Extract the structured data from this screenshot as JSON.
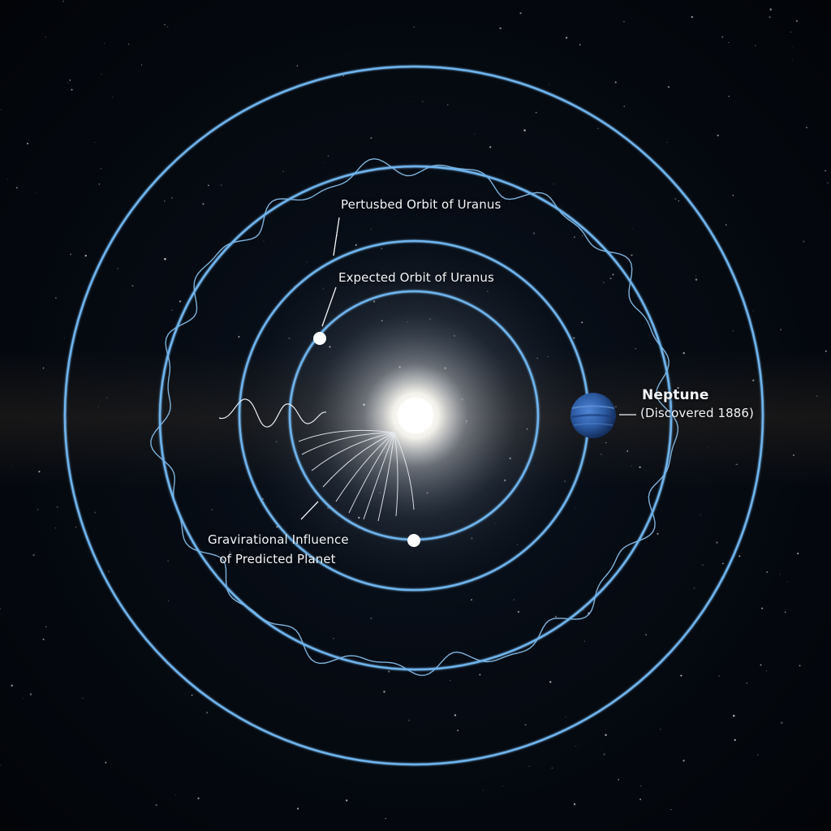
{
  "labels": {
    "perturbed_orbit": "Pertusbed Orbit of Uranus",
    "expected_orbit": "Expected Orbit of Uranus",
    "gravitational_line1": "Gravirational Influence",
    "gravitational_line2": "of Predicted Planet",
    "neptune_name": "Neptune",
    "neptune_note": "(Discovered 1886)"
  },
  "colors": {
    "orbit_line": "#6fb4ec",
    "perturbed_line": "#8cc4f0",
    "label_text": "#f2f4f7",
    "sun_core": "#ffffff",
    "neptune": "#2e5fa8",
    "background": "#03060c"
  },
  "icons": {
    "sun": "sun-icon",
    "neptune": "neptune-planet-icon",
    "uranus_markers": "uranus-marker-icon"
  }
}
